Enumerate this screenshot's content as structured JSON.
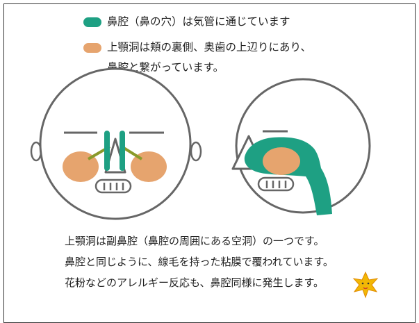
{
  "legend": [
    {
      "color": "#1ea083",
      "text": "鼻腔（鼻の穴）は気管に通じています",
      "continuation": ""
    },
    {
      "color": "#e6a46e",
      "text": "上顎洞は頬の裏側、奥歯の上辺りにあり、",
      "continuation": "鼻腔と繋がっています。"
    }
  ],
  "description": [
    "上顎洞は副鼻腔（鼻腔の周囲にある空洞）の一つです。",
    "鼻腔と同じように、線毛を持った粘膜で覆われています。",
    "花粉などのアレルギー反応も、鼻腔同様に発生します。"
  ],
  "colors": {
    "nasal_cavity": "#1ea083",
    "maxillary_sinus": "#e6a46e",
    "ethmoid": "#8a9a2a",
    "outline": "#666666",
    "star": "#f2b705"
  }
}
